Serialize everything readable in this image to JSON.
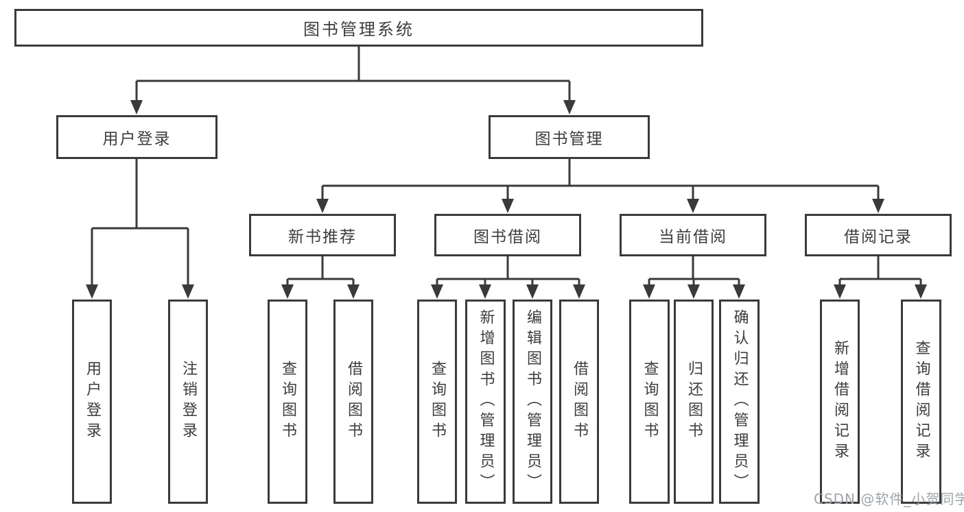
{
  "diagram_title": "图书管理系统",
  "nodes": {
    "root": "图书管理系统",
    "level2": [
      {
        "label": "用户登录"
      },
      {
        "label": "图书管理"
      }
    ],
    "level3": [
      {
        "label": "新书推荐"
      },
      {
        "label": "图书借阅"
      },
      {
        "label": "当前借阅"
      },
      {
        "label": "借阅记录"
      }
    ],
    "leaves": {
      "user_login": [
        "用户登录",
        "注销登录"
      ],
      "new_book": [
        "查询图书",
        "借阅图书"
      ],
      "borrow": [
        "查询图书",
        "新增图书（管理员）",
        "编辑图书（管理员）",
        "借阅图书"
      ],
      "current": [
        "查询图书",
        "归还图书",
        "确认归还（管理员）"
      ],
      "records": [
        "新增借阅记录",
        "查询借阅记录"
      ]
    }
  },
  "watermark": {
    "text": "CSDN @软件_小贺同学"
  },
  "colors": {
    "line": "#3a3a3a",
    "text": "#3d3d3d",
    "background": "#ffffff",
    "watermark": "#9ea3a8"
  }
}
